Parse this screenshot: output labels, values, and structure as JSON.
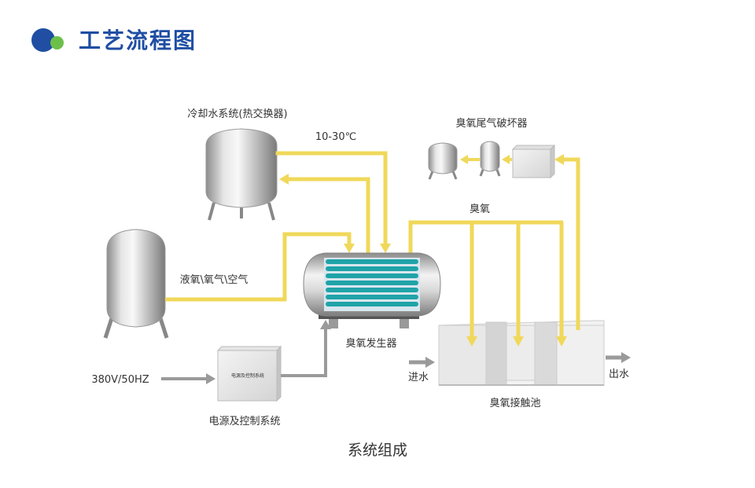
{
  "header": {
    "title": "工艺流程图"
  },
  "labels": {
    "cooling": "冷却水系统(热交换器)",
    "temp": "10-30℃",
    "destructor": "臭氧尾气破坏器",
    "ozone": "臭氧",
    "oxygen": "液氧\\氧气\\空气",
    "generator": "臭氧发生器",
    "power_input": "380V/50HZ",
    "control_box": "电源及控制系统",
    "control": "电源及控制系统",
    "water_in": "进水",
    "water_out": "出水",
    "contact_tank": "臭氧接触池"
  },
  "caption": "系统组成",
  "colors": {
    "pipe_yellow": "#f0d85a",
    "pipe_red": "#e53a2a",
    "brand_blue": "#1f4ea3",
    "brand_green": "#6cc04a"
  }
}
